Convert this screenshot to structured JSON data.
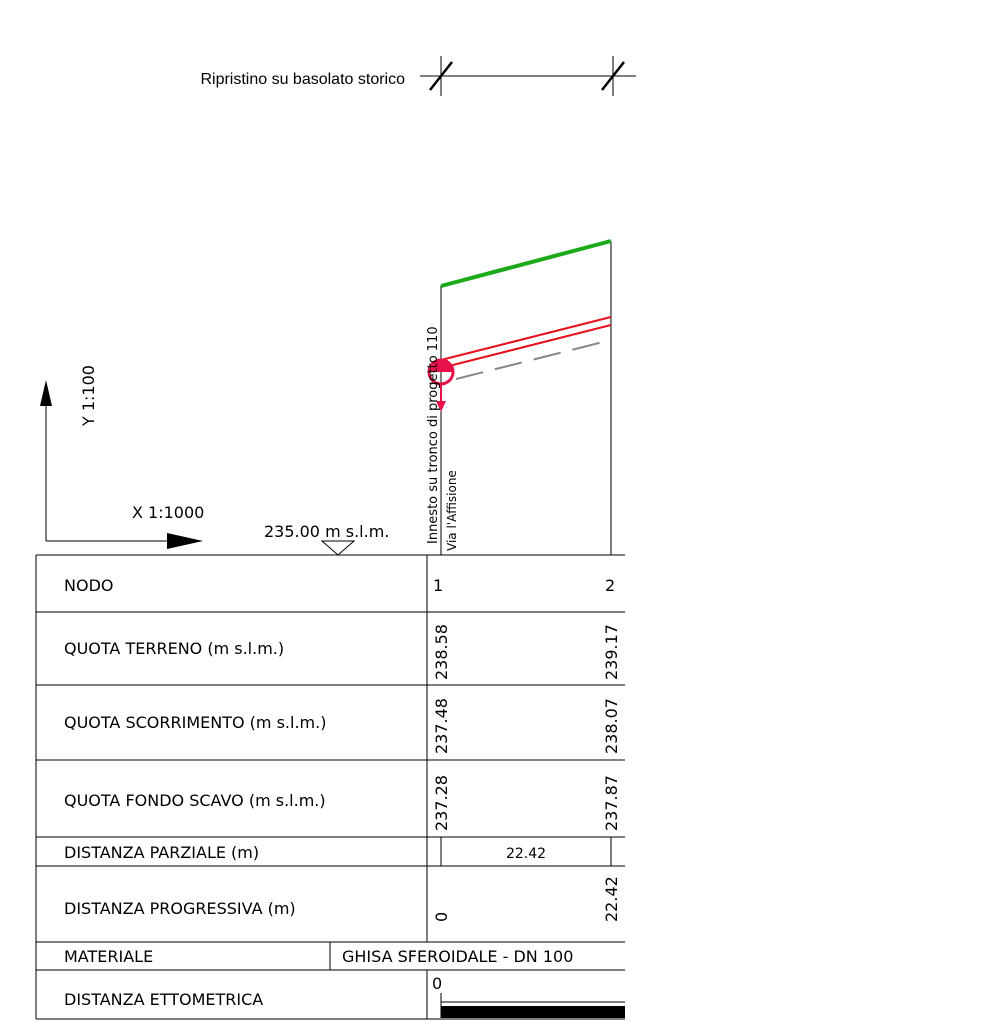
{
  "header": {
    "restoration_label": "Ripristino su basolato storico"
  },
  "scales": {
    "y_label": "Y 1:100",
    "x_label": "X 1:1000",
    "datum_label": "235.00 m s.l.m."
  },
  "annotations": {
    "connection_label": "Innesto su tronco di progetto 110",
    "street_label": "Via l'Affisione"
  },
  "table": {
    "row_labels": {
      "nodo": "NODO",
      "terreno": "QUOTA TERRENO (m s.l.m.)",
      "scorrimento": "QUOTA SCORRIMENTO (m s.l.m.)",
      "fondo": "QUOTA FONDO SCAVO (m s.l.m.)",
      "parziale": "DISTANZA PARZIALE (m)",
      "progressiva": "DISTANZA PROGRESSIVA (m)",
      "materiale": "MATERIALE",
      "ettometrica": "DISTANZA ETTOMETRICA"
    },
    "nodes": [
      {
        "id": "1",
        "terreno": "238.58",
        "scorrimento": "237.48",
        "fondo": "237.28",
        "progressiva": "0"
      },
      {
        "id": "2",
        "terreno": "239.17",
        "scorrimento": "238.07",
        "fondo": "237.87",
        "progressiva": "22.42"
      }
    ],
    "parziale_value": "22.42",
    "materiale_value": "GHISA SFEROIDALE - DN 100",
    "ettometrica_start": "0"
  },
  "colors": {
    "terrain_line": "#1aaa1a",
    "pipe_line": "#e8101c",
    "excavation_line": "#888888",
    "node_marker": "#e8104a"
  }
}
